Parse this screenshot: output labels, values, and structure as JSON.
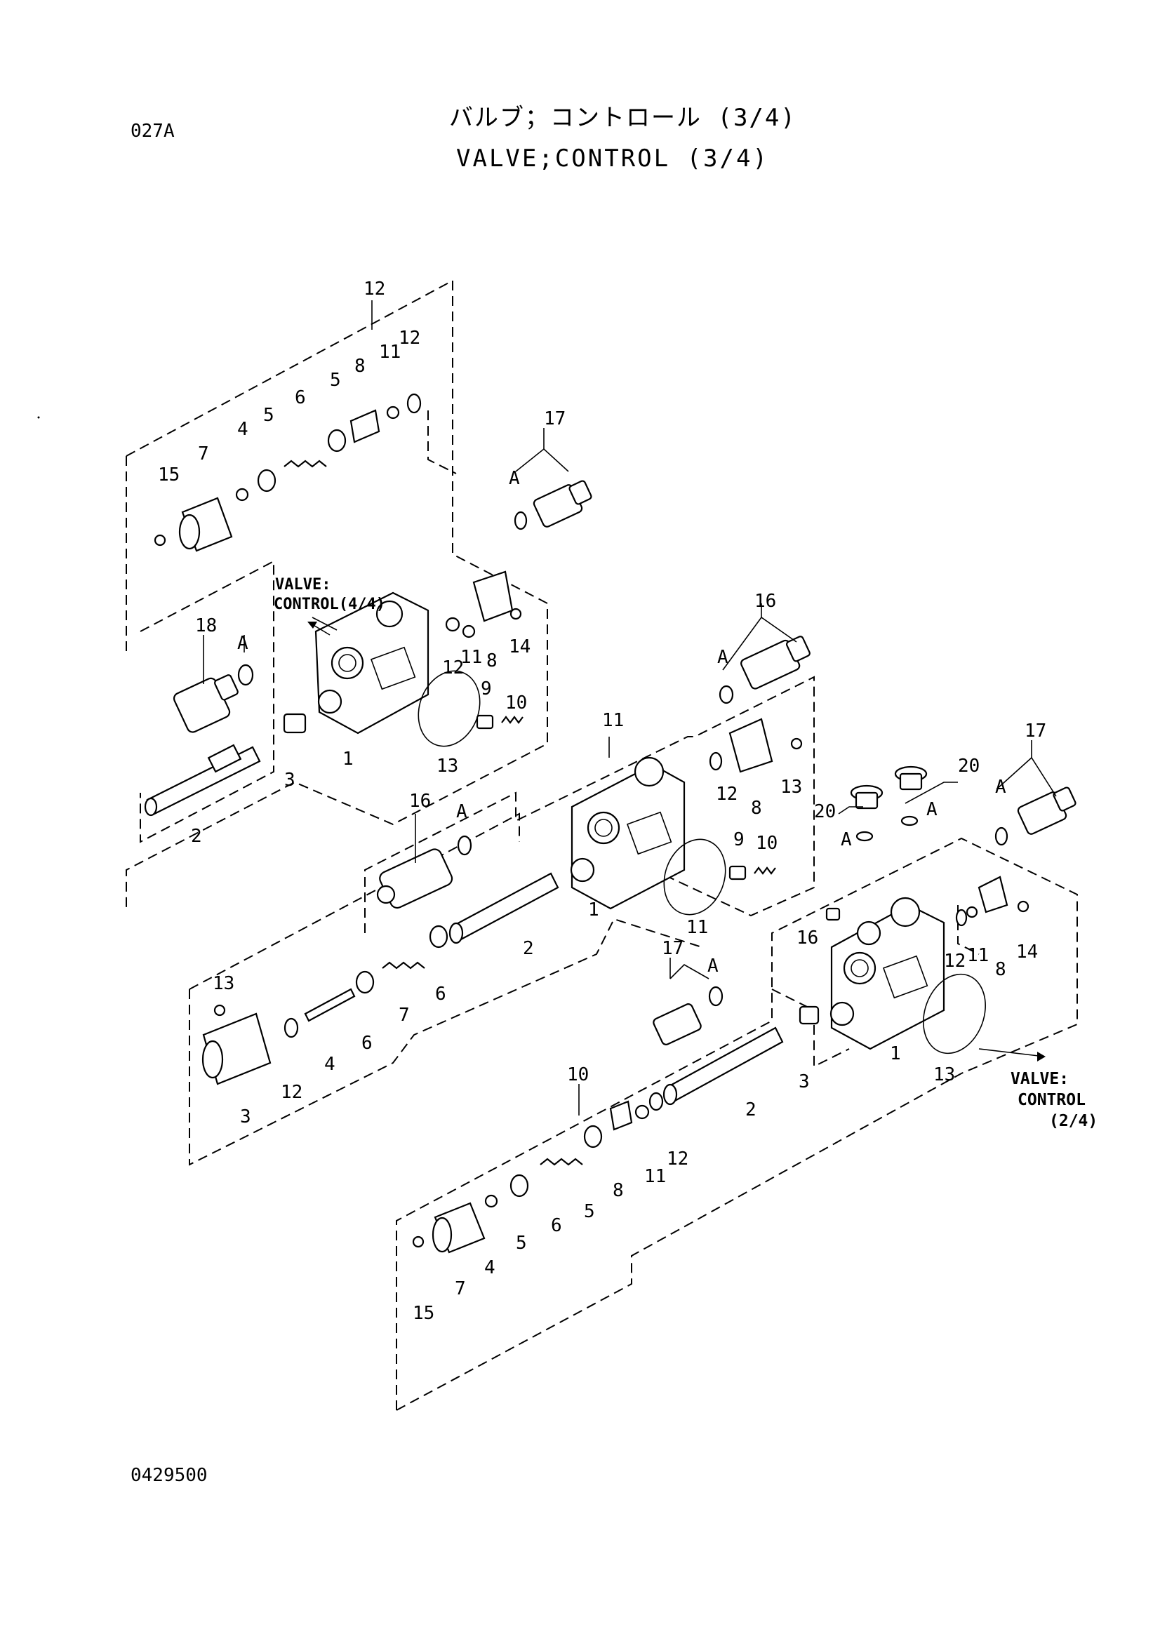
{
  "header": {
    "page_code": "027A",
    "title_jp": "バルブ；コントロール (3/4)",
    "title_en": "VALVE;CONTROL (3/4)"
  },
  "footer": {
    "doc_number": "0429500"
  },
  "references": {
    "control_4_4": [
      "VALVE:",
      "CONTROL(4/4)"
    ],
    "control_2_4": [
      "VALVE:",
      "CONTROL",
      "(2/4)"
    ]
  },
  "callouts": {
    "g1": [
      "12",
      "12",
      "11",
      "8",
      "5",
      "6",
      "5",
      "4",
      "7",
      "15",
      "17",
      "A",
      "18",
      "A",
      "12",
      "11",
      "8",
      "14",
      "9",
      "10",
      "13",
      "1",
      "3",
      "2"
    ],
    "g2": [
      "16",
      "A",
      "11",
      "12",
      "8",
      "13",
      "16",
      "A",
      "9",
      "10",
      "11",
      "1",
      "2",
      "13",
      "3",
      "12",
      "4",
      "6",
      "7",
      "6"
    ],
    "g3": [
      "17",
      "20",
      "20",
      "A",
      "A",
      "A",
      "16",
      "12",
      "11",
      "8",
      "14",
      "17",
      "A",
      "1",
      "3",
      "13",
      "10",
      "2",
      "12",
      "11",
      "8",
      "5",
      "6",
      "5",
      "4",
      "7",
      "15"
    ]
  }
}
